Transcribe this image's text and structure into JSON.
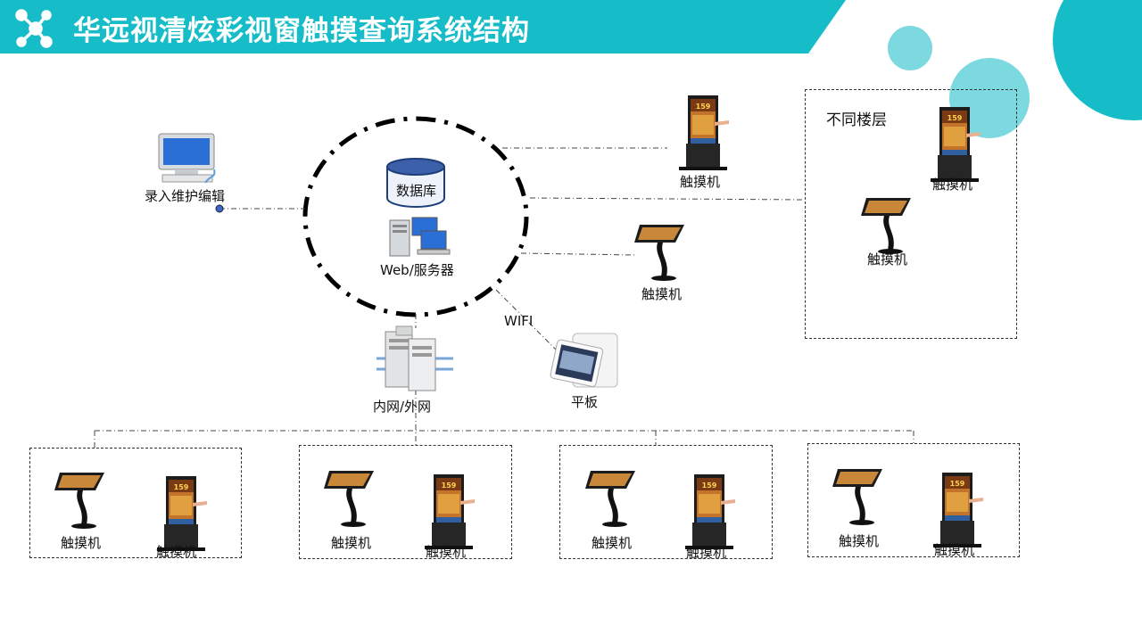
{
  "header": {
    "title": "华远视清炫彩视窗触摸查询系统结构",
    "accent": "#17BCC9",
    "accent_light": "#6ED5DD"
  },
  "diagram": {
    "editor_label": "录入维护编辑",
    "database_label": "数据库",
    "server_label": "Web/服务器",
    "network_label": "内网/外网",
    "wifi_label": "WIFI",
    "tablet_label": "平板",
    "kiosk_label": "触摸机",
    "floors_label": "不同楼层"
  }
}
